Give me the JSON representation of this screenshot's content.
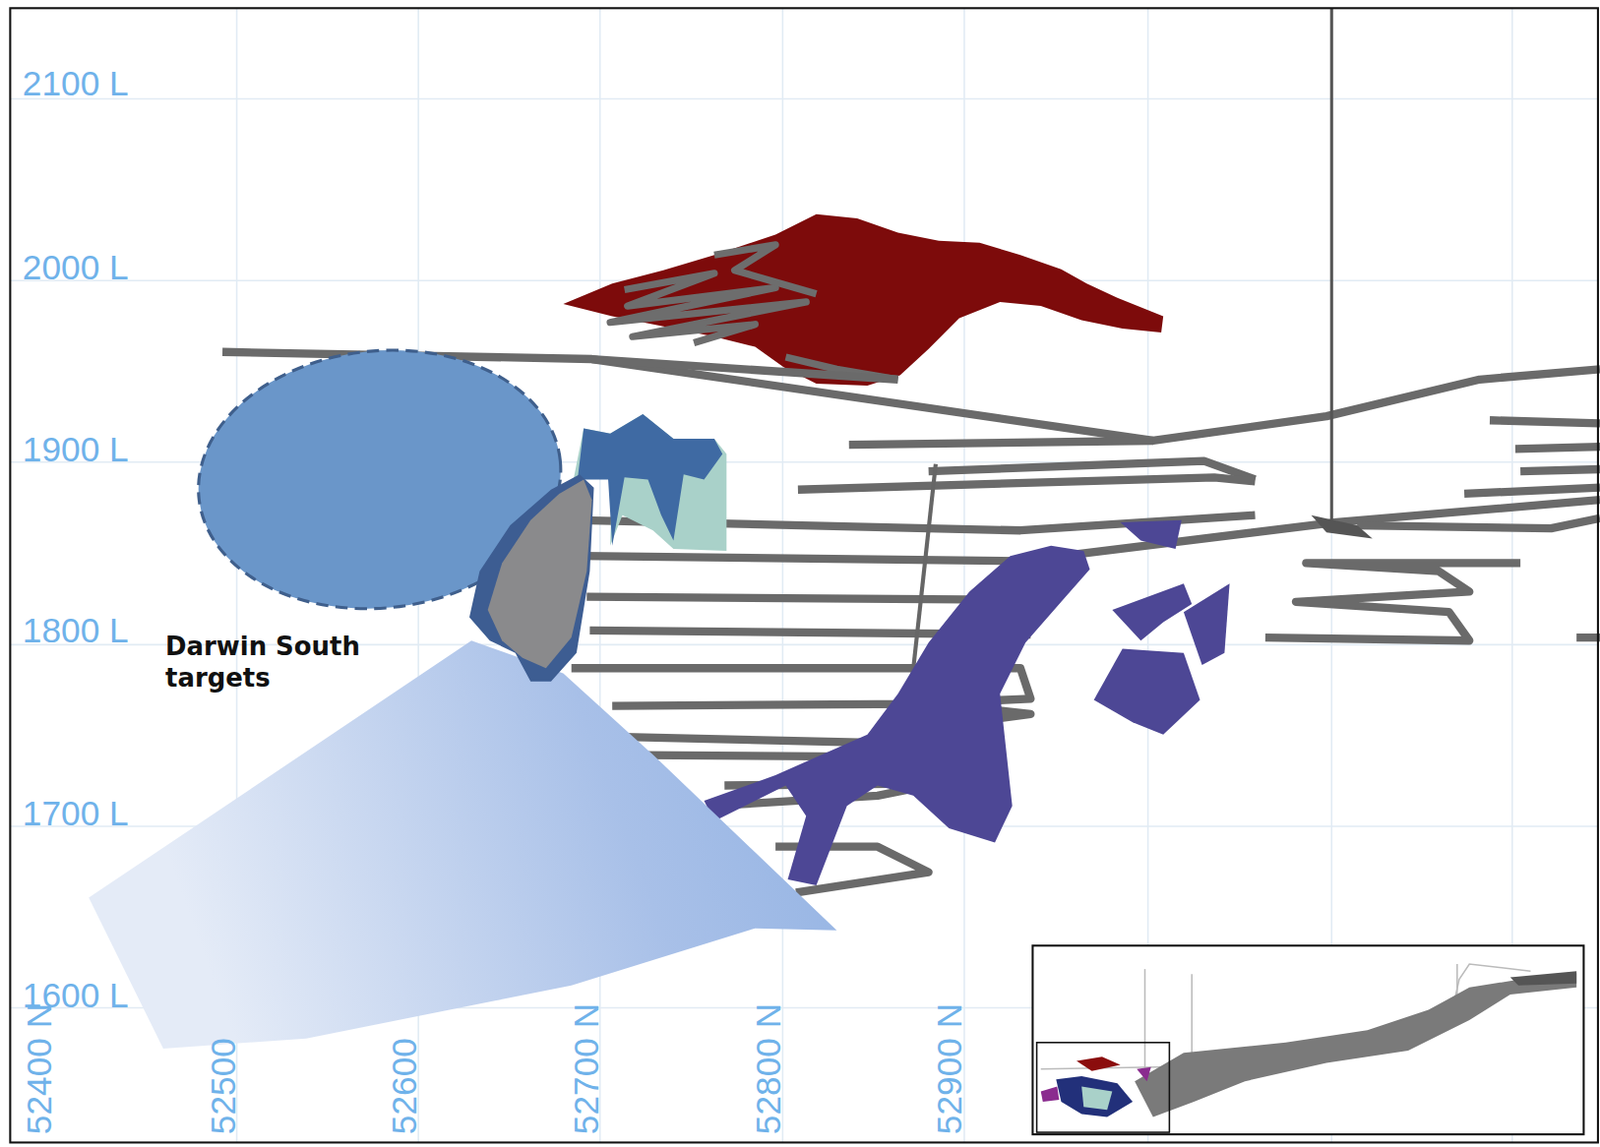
{
  "diagram": {
    "labels": [
      "2100 L",
      "2000 L",
      "1900 L",
      "1800 L",
      "1700 L",
      "1600 L",
      "52400 N",
      "52500",
      "52600",
      "52700 N",
      "52800 N",
      "52900 N",
      "Darwin South targets"
    ]
  }
}
